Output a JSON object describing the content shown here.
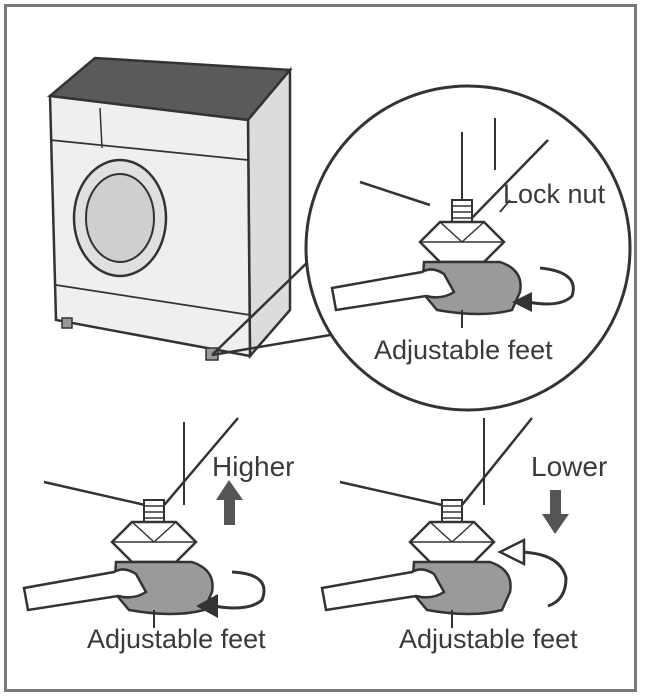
{
  "labels": {
    "lock_nut": "Lock nut",
    "adjustable_feet_zoom": "Adjustable feet",
    "higher": "Higher",
    "lower": "Lower",
    "adjustable_feet_left": "Adjustable feet",
    "adjustable_feet_right": "Adjustable feet"
  },
  "colors": {
    "line": "#333333",
    "body": "#e9e9e9",
    "top": "#5a5a5a",
    "frame": "#7a7a7a",
    "shade": "#9a9a9a"
  }
}
